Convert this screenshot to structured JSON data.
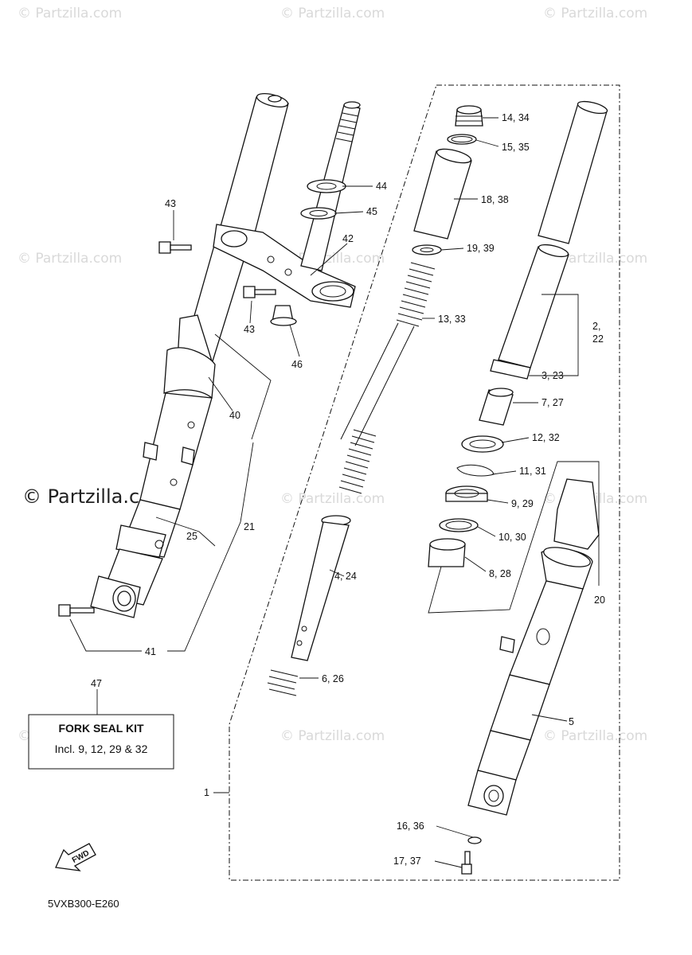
{
  "watermarks": {
    "text": "© Partzilla.com",
    "prominent": "© Partzilla.com"
  },
  "callouts": {
    "c1": "1",
    "c2_22": "2,\n22",
    "c2": "2,",
    "c22": "22",
    "c3_23": "3, 23",
    "c4_24": "4, 24",
    "c5": "5",
    "c6_26": "6, 26",
    "c7_27": "7, 27",
    "c8_28": "8, 28",
    "c9_29": "9, 29",
    "c10_30": "10, 30",
    "c11_31": "11, 31",
    "c12_32": "12, 32",
    "c13_33": "13, 33",
    "c14_34": "14, 34",
    "c15_35": "15, 35",
    "c16_36": "16, 36",
    "c17_37": "17, 37",
    "c18_38": "18, 38",
    "c19_39": "19, 39",
    "c20": "20",
    "c21": "21",
    "c25": "25",
    "c40": "40",
    "c41": "41",
    "c42": "42",
    "c43a": "43",
    "c43b": "43",
    "c44": "44",
    "c45": "45",
    "c46": "46",
    "c47": "47"
  },
  "kit_box": {
    "title": "FORK SEAL KIT",
    "description": "Incl. 9, 12, 29 & 32"
  },
  "fwd_arrow": {
    "label": "FWD",
    "icon": "forward-arrow-icon"
  },
  "diagram_code": "5VXB300-E260"
}
